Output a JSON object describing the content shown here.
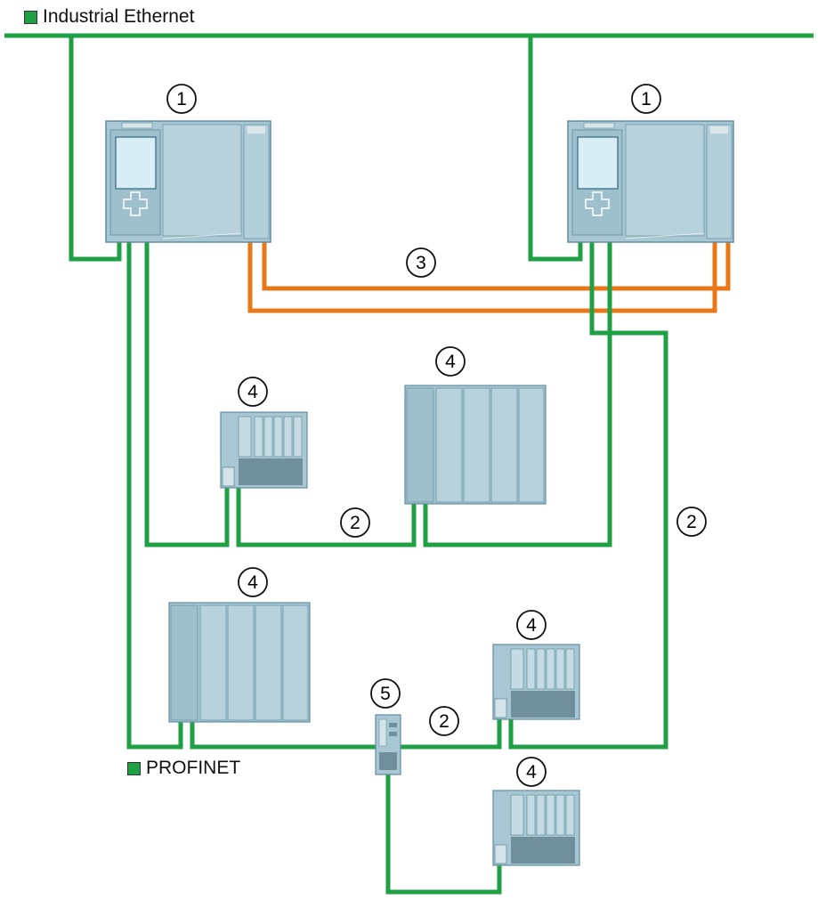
{
  "legend": {
    "industrial_ethernet": "Industrial Ethernet",
    "profinet": "PROFINET"
  },
  "callouts": {
    "cpu": "1",
    "profinet_segment": "2",
    "sync_link": "3",
    "io_device": "4",
    "switch": "5"
  },
  "colors": {
    "ethernet_line": "#1fa045",
    "profinet_line": "#1fa045",
    "sync_line": "#e87817",
    "legend_swatch": "#1fa045",
    "module_fill": "#a9c7d3",
    "module_stroke": "#5f8ea1"
  },
  "icons": {
    "cpu": "plc-cpu-icon",
    "io_device": "io-rack-icon",
    "switch": "network-switch-icon"
  }
}
